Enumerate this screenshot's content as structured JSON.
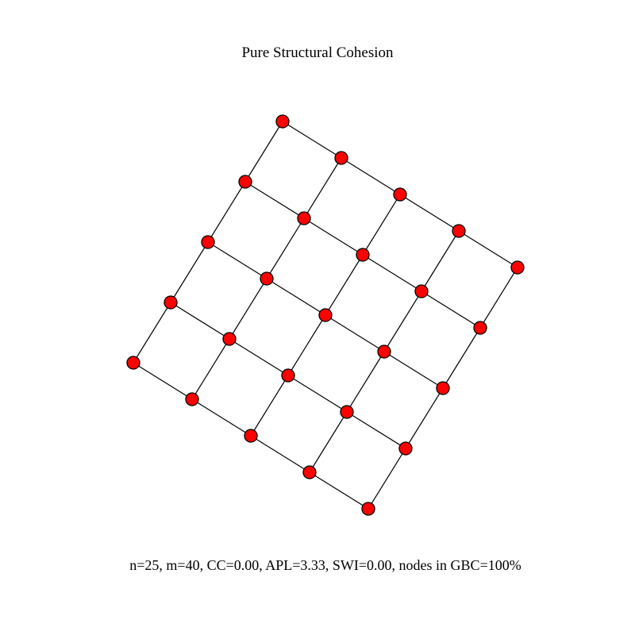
{
  "title": "Pure Structural Cohesion",
  "stats": "n=25, m=40, CC=0.00, APL=3.33, SWI=0.00, nodes in GBC=100%",
  "graph": {
    "type": "grid-lattice",
    "rows": 5,
    "cols": 5,
    "node_count": 25,
    "edge_count": 40,
    "node_color": "#ff0000",
    "node_stroke": "#000000",
    "edge_color": "#000000"
  }
}
